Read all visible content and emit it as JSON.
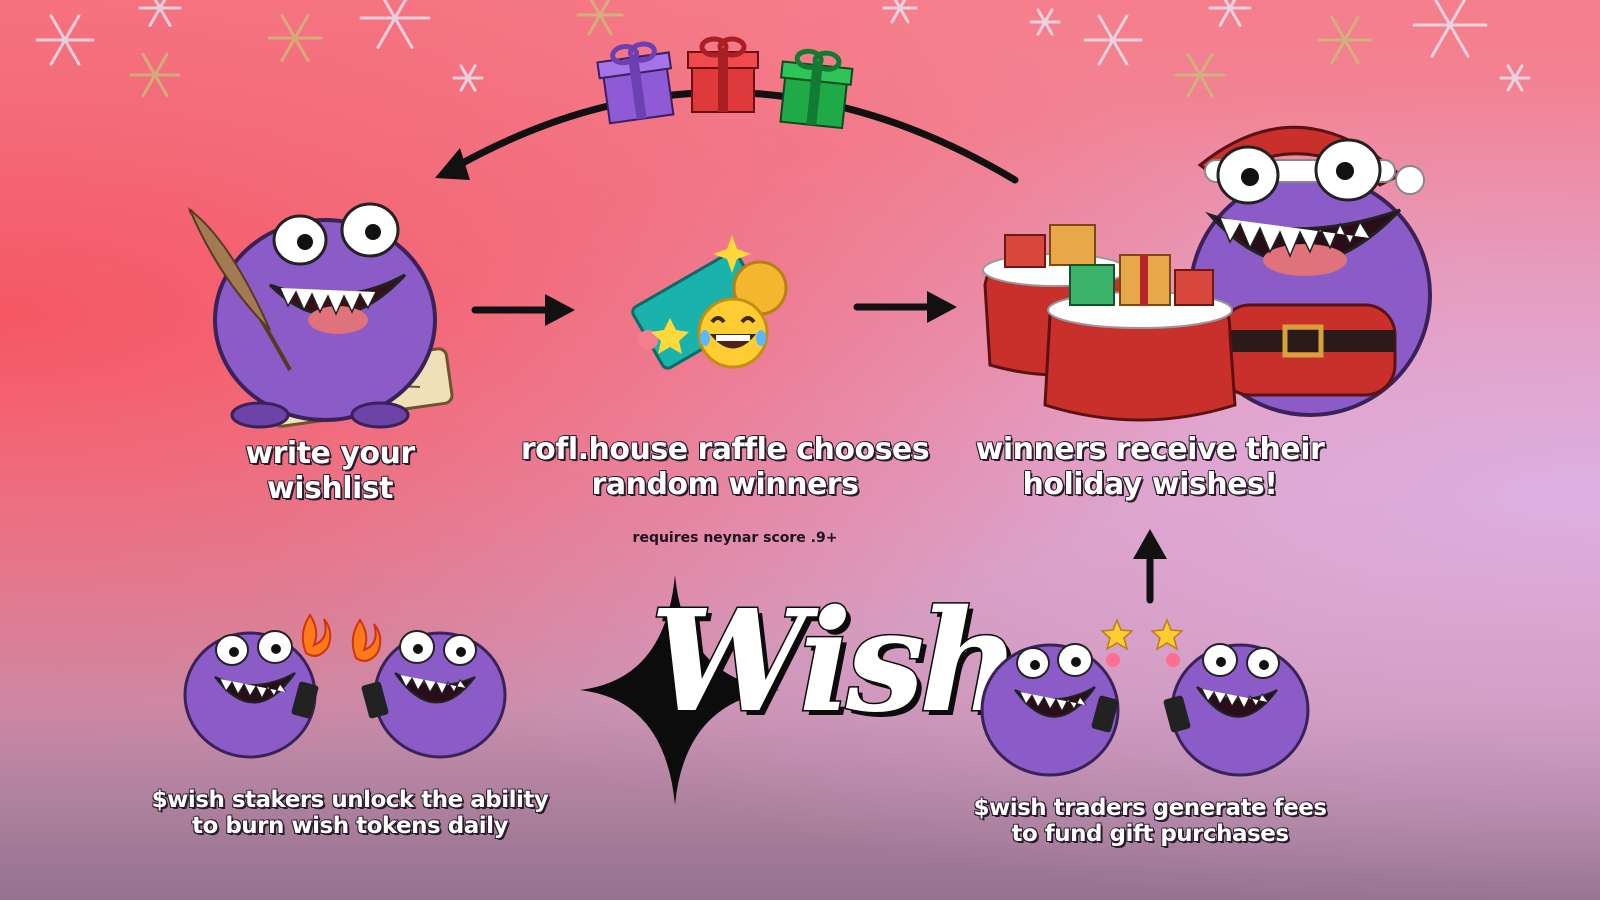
{
  "steps": {
    "step1": {
      "caption": "write your wishlist"
    },
    "step2": {
      "caption_line1": "rofl.house raffle chooses",
      "caption_line2": "random winners",
      "note": "requires neynar score .9+"
    },
    "step3": {
      "caption_line1": "winners receive their",
      "caption_line2": "holiday wishes!"
    },
    "stakers": {
      "caption_line1": "$wish stakers unlock the ability",
      "caption_line2": "to burn wish tokens daily"
    },
    "traders": {
      "caption_line1": "$wish traders generate fees",
      "caption_line2": "to fund gift purchases"
    }
  },
  "logo": {
    "wordmark": "Wish"
  },
  "icons": {
    "monster_writer": "monster-writing-icon",
    "raffle": "raffle-ticket-laugh-icon",
    "santa_monster": "santa-monster-with-gift-sacks-icon",
    "stakers": "monsters-with-fire-icon",
    "traders": "monsters-with-stars-icon",
    "gifts": "gift-boxes-icon",
    "snowflake": "snowflake-icon"
  },
  "colors": {
    "monster": "#8b5bc7",
    "gift_purple": "#8e5ad6",
    "gift_red": "#e0393c",
    "gift_green": "#1faa47",
    "santa_red": "#c9302c",
    "arrow": "#111111"
  }
}
